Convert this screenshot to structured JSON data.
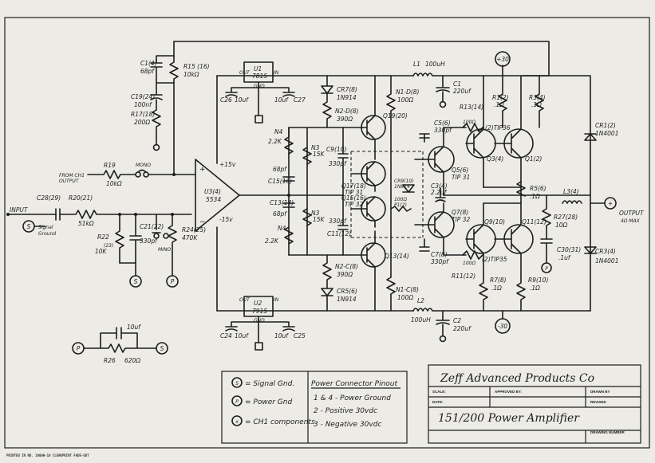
{
  "rails": {
    "pos": "+30",
    "neg": "-30"
  },
  "input": {
    "label": "INPUT",
    "signal_ground": "Signal\nGround",
    "from_ch1_1": "FROM CH1",
    "from_ch1_2": "OUTPUT",
    "mono": "MONO",
    "mono2": "MINO"
  },
  "output": {
    "label": "OUTPUT",
    "sub": "4Ω MAX"
  },
  "opamp": {
    "ref": "U3(4)",
    "part": "5534",
    "vp": "+15v",
    "vn": "-15v"
  },
  "regulators": {
    "u1": {
      "ref": "U1",
      "part": "7815",
      "out": "OUT",
      "in": "IN",
      "gnd": "GND"
    },
    "u2": {
      "ref": "U2",
      "part": "7915",
      "out": "OUT",
      "in": "IN",
      "gnd": "GND"
    }
  },
  "parts": {
    "c1_top": "C1(4)",
    "c1_top_val": "68pf",
    "r15": "R15 (16)",
    "r15_val": "10kΩ",
    "c19": "C19(24)",
    "c19_val": "100nf",
    "r17": "R17(18)",
    "r17_val": "200Ω",
    "c26": "C26",
    "c26_val": "10uf",
    "c27": "C27",
    "c27_val": "10uf",
    "c24": "C24",
    "c24_val": "10uf",
    "c25": "C25",
    "c25_val": "10uf",
    "r19": "R19",
    "r19_val": "10kΩ",
    "c28": "C28(29)",
    "r20": "R20(21)",
    "r20_val": "51kΩ",
    "r22": "R22",
    "r22_val": "10K",
    "r22_n": "(23)",
    "c21": "C21(22)",
    "c21_val": "330pf",
    "r24": "R24(25)",
    "r24_val": "470K",
    "n4a": "N4",
    "n4a_val": "2.2K",
    "c15": "C15(16)",
    "c15_val": "68pf",
    "n3a": "N3",
    "n3a_val": "15K",
    "n3b": "N3",
    "n3b_val": "15K",
    "c13": "C13(14)",
    "c13_val": "68pf",
    "n4b": "N4",
    "n4b_val": "2.2K",
    "cr7": "CR7(8)",
    "cr7_val": "1N914",
    "cr5": "CR5(6)",
    "cr5_val": "1N914",
    "n2d": "N2-D(8)",
    "n2d_val": "390Ω",
    "n2c": "N2-C(8)",
    "n2c_val": "390Ω",
    "n1d": "N1-D(8)",
    "n1d_val": "100Ω",
    "n1c": "N1-C(8)",
    "n1c_val": "100Ω",
    "c9": "C9(10)",
    "c9_val": "330pf",
    "c11": "C11(12)",
    "c11_val": "330pf",
    "q19": "Q19(20)",
    "q17": "Q17(18)",
    "q17_p": "TIP 31",
    "q15": "Q15(16)",
    "q15_p": "TIP 32",
    "q13": "Q13(14)",
    "cr9": "CR9(10)",
    "cr9_val": "1N914",
    "p1": "100Ω",
    "p1_ref": "P1(2)",
    "c5": "C5(6)",
    "c5_val": "330pf",
    "q5": "Q5(6)",
    "q5_p": "TIP 31",
    "c3": "C3(4)",
    "c3_val": "2.2uf",
    "q7": "Q7(8)",
    "q7_p": "TIP 32",
    "c7": "C7(8)",
    "c7_val": "330pf",
    "r13": "R13(14)",
    "r13_val": "100Ω",
    "r11": "R11(12)",
    "r11_val": "100Ω",
    "q3": "Q3(4)",
    "q1": "Q1(2)",
    "tip36": "(2)TIP36",
    "tip35": "(2)TIP35",
    "q9": "Q9(10)",
    "q11": "Q11(12)",
    "r1": "R1(2)",
    "r1_val": ".1Ω",
    "r3": "R3(4)",
    "r3_val": ".1Ω",
    "r5": "R5(6)",
    "r5_val": ".1Ω",
    "r7": "R7(8)",
    "r7_val": ".1Ω",
    "r9": "R9(10)",
    "r9_val": ".1Ω",
    "r27": "R27(28)",
    "r27_val": "10Ω",
    "c30": "C30(31)",
    "c30_val": ".1uf",
    "l1": "L1",
    "l1_val": "100uH",
    "l2": "L2",
    "l2_val": "100uH",
    "c1": "C1",
    "c1_val": "220uf",
    "c2": "C2",
    "c2_val": "220uf",
    "l3": "L3(4)",
    "cr1": "CR1(2)",
    "cr1_val": "1N4001",
    "cr3": "CR3(4)",
    "cr3_val": "1N4001",
    "r26": "R26",
    "r26_val": "620Ω",
    "c_r26": "10uf"
  },
  "legend": {
    "s": "= Signal Gnd.",
    "p": "= Power Gnd",
    "x": "= CH1 components",
    "s_sym": "S",
    "p_sym": "P",
    "x_sym": "x"
  },
  "pinout": {
    "title": "Power Connector Pinout",
    "l1": "1 & 4 - Power Ground",
    "l2": "2 - Positive 30vdc",
    "l3": "3 - Negative 30vdc"
  },
  "title_block": {
    "company": "Zeff Advanced Products Co",
    "scale": "SCALE:",
    "approved": "APPROVED BY:",
    "drawn": "DRAWN BY",
    "date": "DATE:",
    "revised": "REVISED",
    "title": "151/200 Power Amplifier",
    "drawing_number": "DRAWING NUMBER"
  },
  "footer": "PRINTED IN NO. 1000H-10 CLEARPRINT FADE-OUT"
}
